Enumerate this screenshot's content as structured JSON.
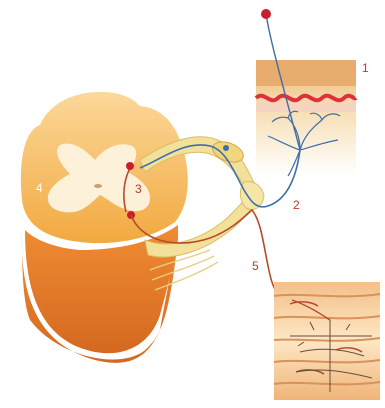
{
  "labels": {
    "receptor": "1",
    "afferent_neuron": "2",
    "interneuron": "3",
    "spinal_cord": "4",
    "efferent_neuron": "5"
  },
  "colors": {
    "cord_outer": "#f2a940",
    "cord_side": "#e07a26",
    "grey_matter": "#fdf3df",
    "nerve_sheath": "#f3e09a",
    "sensory_fiber": "#3d6fa8",
    "motor_fiber": "#b54b2b",
    "receptor_head": "#c8202a",
    "skin_wave": "#e0303f",
    "label_color": "#c0392b",
    "cord_label_color": "#ffffff"
  }
}
